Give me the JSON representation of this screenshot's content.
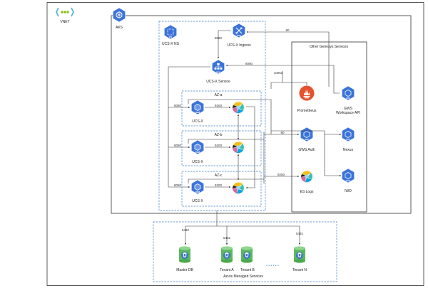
{
  "labels": {
    "vnet": "VNET",
    "aks": "AKS",
    "ucsx_ns": "UCS-X NS",
    "ucsx_ingress": "UCS-X Ingress",
    "ucsx_service": "UCS-X Service",
    "other_services_title": "Other Genesys Services",
    "az_a": "AZ-a",
    "az_b": "AZ-b",
    "az_c": "AZ-c",
    "ucsx": "UCS-X",
    "prometheus": "Prometheus",
    "gws_workspace_api_line1": "GWS",
    "gws_workspace_api_line2": "Workspace API",
    "gws_auth": "GWS Auth",
    "nexus": "Nexus",
    "iwd": "IWD",
    "es_logs": "ES Logs",
    "master_db": "Master DB",
    "tenant_a": "Tenant A",
    "tenant_b": "Tenant B",
    "tenant_n": "Tenant N",
    "azure_managed": "Azure Managed Services",
    "ellipsis": "• • • • • •",
    "svc": "svc",
    "ns": "ns",
    "ing": "ing",
    "pod": "pod"
  },
  "ports": {
    "p80_top": "80",
    "p8080_ingress": "8080",
    "p8080_service": "8080",
    "p10052": "10052",
    "p80_auth": "80",
    "p9200_es": "9200",
    "p8080_a": "8080",
    "p9200_a": "9200",
    "p8080_b": "8080",
    "p9200_b": "9200",
    "p8080_c": "8080",
    "p9200_c": "9200",
    "p5432_master": "5432",
    "p5432_tenant_a": "5432",
    "p5432_tenant_n": "5432"
  },
  "colors": {
    "k8s_blue": "#3b73d9",
    "dashed_blue": "#3d7ec9",
    "prometheus_orange": "#e6522c",
    "vnet_icon": "#59b4d9",
    "db_green": "#5bb85d",
    "db_blue": "#3c77c3"
  }
}
